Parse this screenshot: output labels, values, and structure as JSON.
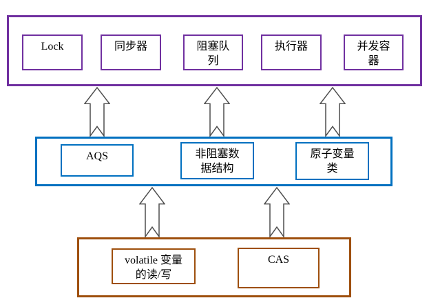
{
  "diagram": {
    "title": "concurrency-architecture-diagram",
    "layers": [
      {
        "name": "top-layer",
        "boxes": [
          {
            "label": "Lock"
          },
          {
            "label": "同步器"
          },
          {
            "label": "阻塞队\n列"
          },
          {
            "label": "执行器"
          },
          {
            "label": "并发容\n器"
          }
        ]
      },
      {
        "name": "middle-layer",
        "boxes": [
          {
            "label": "AQS"
          },
          {
            "label": "非阻塞数\n据结构"
          },
          {
            "label": "原子变量\n类"
          }
        ]
      },
      {
        "name": "bottom-layer",
        "boxes": [
          {
            "label": "volatile 变量\n的读/写"
          },
          {
            "label": "CAS"
          }
        ]
      }
    ],
    "arrows": {
      "middle_to_top_count": 3,
      "bottom_to_middle_count": 2,
      "direction": "up"
    }
  },
  "colors": {
    "top_layer_border": "#7030A0",
    "middle_layer_border": "#0070C0",
    "bottom_layer_border": "#9E4F0D",
    "arrow_outline": "#4D4D4D",
    "text": "#000000",
    "background": "#FFFFFF"
  }
}
